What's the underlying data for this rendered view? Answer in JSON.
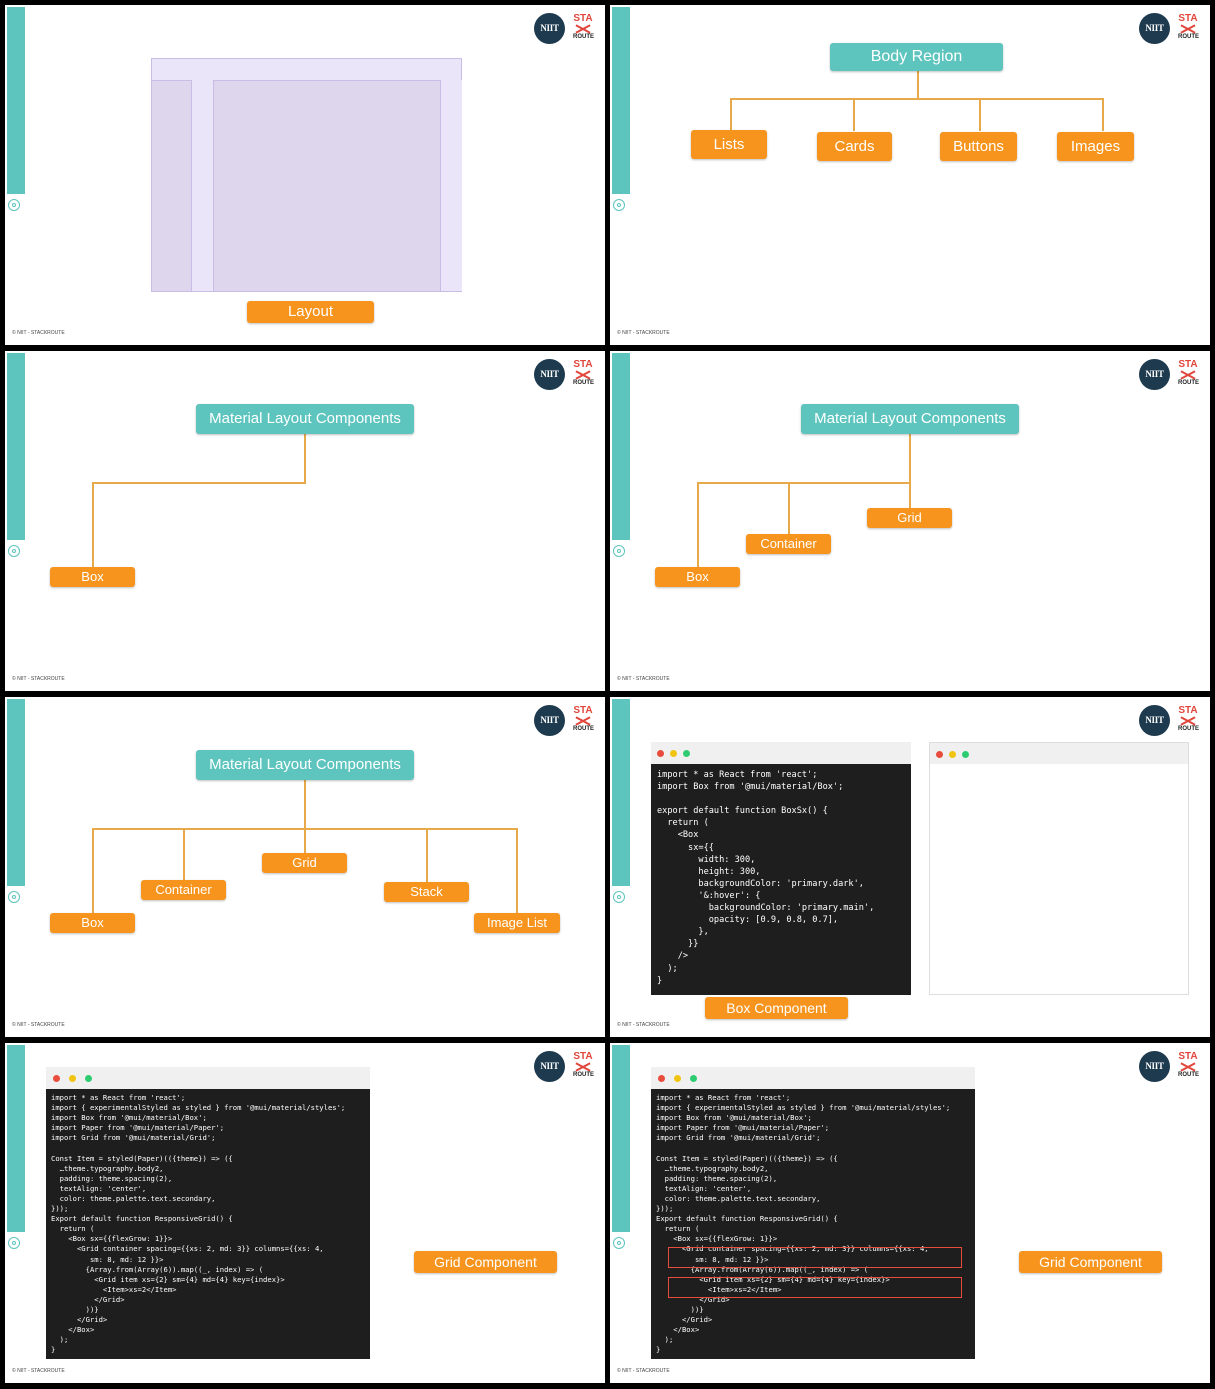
{
  "copyright": "© NIIT - STACKROUTE",
  "brand": {
    "niit": "NIIT",
    "sta": "STA",
    "route": "ROUTE"
  },
  "colors": {
    "teal": "#5dc4be",
    "orange": "#f7941d",
    "connector": "#e8a94a",
    "code_bg": "#1e1e1e"
  },
  "slide1": {
    "caption": "Layout"
  },
  "slide2": {
    "root": "Body Region",
    "children": [
      "Lists",
      "Cards",
      "Buttons",
      "Images"
    ]
  },
  "slide3": {
    "root": "Material Layout Components",
    "children": [
      "Box"
    ]
  },
  "slide4": {
    "root": "Material Layout Components",
    "children": [
      "Box",
      "Container",
      "Grid"
    ]
  },
  "slide5": {
    "root": "Material Layout Components",
    "children": [
      "Box",
      "Container",
      "Grid",
      "Stack",
      "Image List"
    ]
  },
  "slide6": {
    "caption": "Box Component",
    "code": "import * as React from 'react';\nimport Box from '@mui/material/Box';\n\nexport default function BoxSx() {\n  return (\n    <Box\n      sx={{\n        width: 300,\n        height: 300,\n        backgroundColor: 'primary.dark',\n        '&:hover': {\n          backgroundColor: 'primary.main',\n          opacity: [0.9, 0.8, 0.7],\n        },\n      }}\n    />\n  );\n}"
  },
  "slide7": {
    "caption": "Grid Component",
    "code": "import * as React from 'react';\nimport { experimentalStyled as styled } from '@mui/material/styles';\nimport Box from '@mui/material/Box';\nimport Paper from '@mui/material/Paper';\nimport Grid from '@mui/material/Grid';\n\nConst Item = styled(Paper)(({theme}) => ({\n  …theme.typography.body2,\n  padding: theme.spacing(2),\n  textAlign: 'center',\n  color: theme.palette.text.secondary,\n}));\nExport default function ResponsiveGrid() {\n  return (\n    <Box sx={{flexGrow: 1}}>\n      <Grid container spacing={{xs: 2, md: 3}} columns={{xs: 4,\n         sm: 8, md: 12 }}>\n        {Array.from(Array(6)).map((_, index) => (\n          <Grid item xs={2} sm={4} md={4} key={index}>\n            <Item>xs=2</Item>\n          </Grid>\n        ))}\n      </Grid>\n    </Box>\n  );\n}"
  },
  "slide8": {
    "caption": "Grid Component",
    "code": "import * as React from 'react';\nimport { experimentalStyled as styled } from '@mui/material/styles';\nimport Box from '@mui/material/Box';\nimport Paper from '@mui/material/Paper';\nimport Grid from '@mui/material/Grid';\n\nConst Item = styled(Paper)(({theme}) => ({\n  …theme.typography.body2,\n  padding: theme.spacing(2),\n  textAlign: 'center',\n  color: theme.palette.text.secondary,\n}));\nExport default function ResponsiveGrid() {\n  return (\n    <Box sx={{flexGrow: 1}}>\n      <Grid container spacing={{xs: 2, md: 3}} columns={{xs: 4,\n         sm: 8, md: 12 }}>\n        {Array.from(Array(6)).map((_, index) => (\n          <Grid item xs={2} sm={4} md={4} key={index}>\n            <Item>xs=2</Item>\n          </Grid>\n        ))}\n      </Grid>\n    </Box>\n  );\n}"
  }
}
